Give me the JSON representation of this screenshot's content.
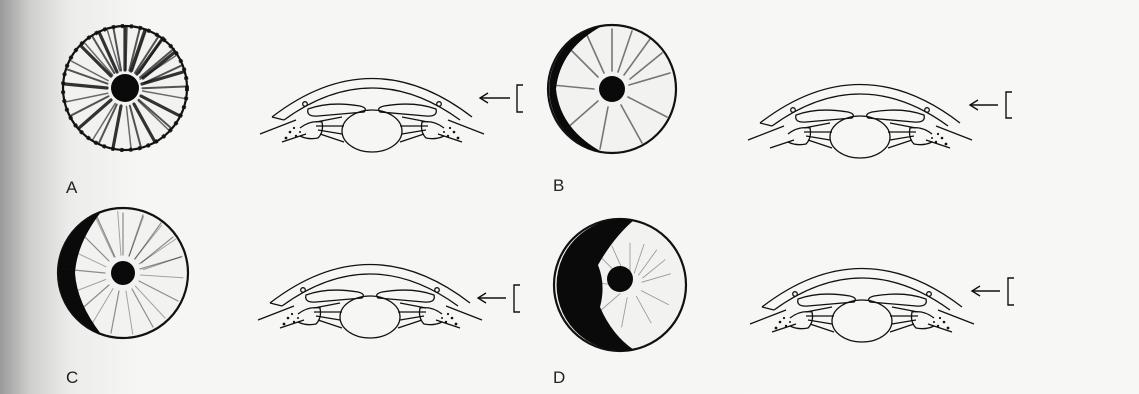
{
  "panels": [
    {
      "letter": "A",
      "iris_pattern": "fully-transilluminated-radial"
    },
    {
      "letter": "B",
      "iris_pattern": "left-crescent-shadow"
    },
    {
      "letter": "C",
      "iris_pattern": "left-half-shadow"
    },
    {
      "letter": "D",
      "iris_pattern": "left-large-shadow"
    }
  ],
  "colors": {
    "ink": "#111111",
    "paper": "#f7f7f5",
    "iris_light": "#f2f2f0"
  },
  "icons": [
    "arrow-left-icon",
    "bracket-icon"
  ]
}
